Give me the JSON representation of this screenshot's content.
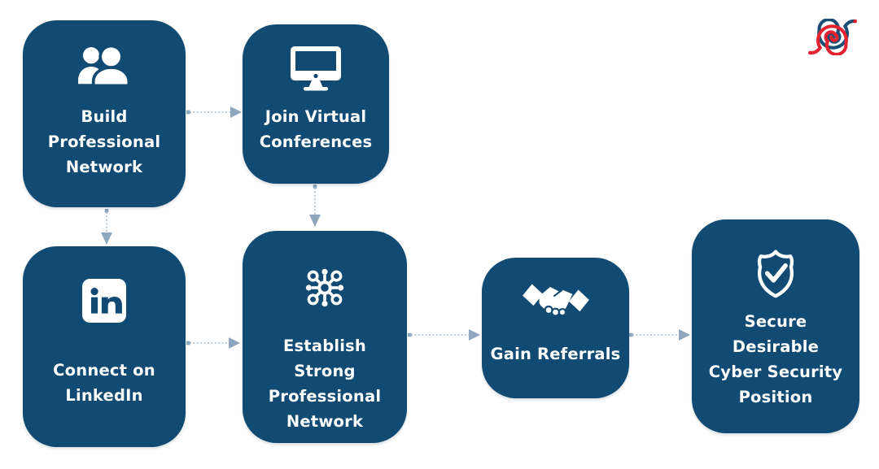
{
  "diagram": {
    "type": "flowchart",
    "background": "#ffffff",
    "node_color": "#114A72",
    "text_color": "#ffffff",
    "arrow_color": "#A9BCCE",
    "arrowhead_color": "#8FA7BE"
  },
  "logo": {
    "name": "spiral-brand-logo",
    "red": "#E32330",
    "navy": "#1B4E74"
  },
  "flow": {
    "nodes": [
      {
        "id": "build-professional-network",
        "label": "Build Professional Network",
        "icon": "users-icon",
        "lines": [
          "Build",
          "Professional",
          "Network"
        ]
      },
      {
        "id": "join-virtual-conferences",
        "label": "Join Virtual Conferences",
        "icon": "monitor-icon",
        "lines": [
          "Join Virtual",
          "Conferences"
        ]
      },
      {
        "id": "connect-on-linkedin",
        "label": "Connect on LinkedIn",
        "icon": "linkedin-icon",
        "lines": [
          "Connect on",
          "LinkedIn"
        ]
      },
      {
        "id": "establish-strong-professional-network",
        "label": "Establish Strong Professional Network",
        "icon": "network-hub-icon",
        "lines": [
          "Establish",
          "Strong",
          "Professional",
          "Network"
        ]
      },
      {
        "id": "gain-referrals",
        "label": "Gain Referrals",
        "icon": "handshake-icon",
        "lines": [
          "Gain Referrals"
        ]
      },
      {
        "id": "secure-desirable-cyber-security-position",
        "label": "Secure Desirable Cyber Security Position",
        "icon": "shield-check-icon",
        "lines": [
          "Secure",
          "Desirable",
          "Cyber Security",
          "Position"
        ]
      }
    ],
    "connections": [
      {
        "from": "build-professional-network",
        "to": "join-virtual-conferences",
        "direction": "right"
      },
      {
        "from": "build-professional-network",
        "to": "connect-on-linkedin",
        "direction": "down"
      },
      {
        "from": "join-virtual-conferences",
        "to": "establish-strong-professional-network",
        "direction": "down"
      },
      {
        "from": "connect-on-linkedin",
        "to": "establish-strong-professional-network",
        "direction": "right"
      },
      {
        "from": "establish-strong-professional-network",
        "to": "gain-referrals",
        "direction": "right"
      },
      {
        "from": "gain-referrals",
        "to": "secure-desirable-cyber-security-position",
        "direction": "right"
      }
    ]
  }
}
